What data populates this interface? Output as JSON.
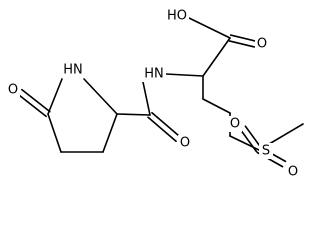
{
  "molecule": {
    "atoms": {
      "hydroxyl": "HO",
      "carboxyl_oxygen": "O",
      "amide_nitrogen": "HN",
      "ring_nitrogen": "HN",
      "lactam_oxygen": "O",
      "amide_oxygen": "O",
      "sulfur": "S",
      "sulfonyl_oxygen_left": "O",
      "sulfonyl_oxygen_bottom": "O"
    },
    "colors": {
      "bond": "#000000",
      "text": "#000000",
      "background": "#ffffff"
    }
  }
}
